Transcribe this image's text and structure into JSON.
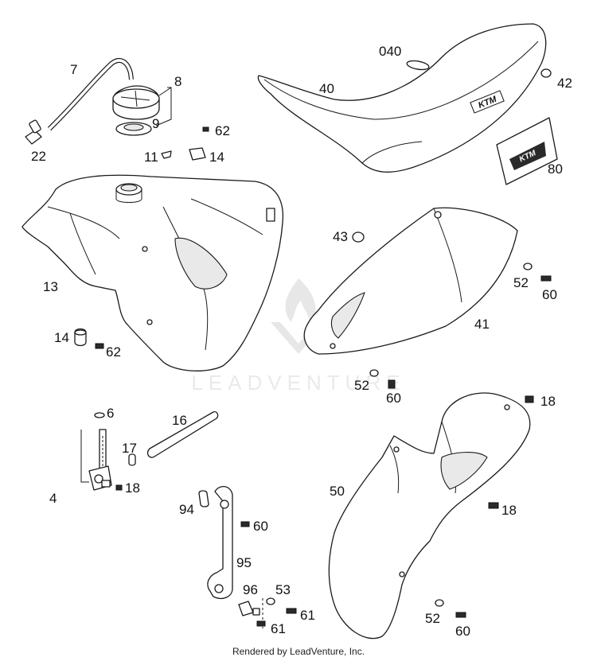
{
  "labels": {
    "l040": "040",
    "l40": "40",
    "l42": "42",
    "l80": "80",
    "l7": "7",
    "l8": "8",
    "l9": "9",
    "l22": "22",
    "l62a": "62",
    "l11": "11",
    "l14a": "14",
    "l13": "13",
    "l14b": "14",
    "l62b": "62",
    "l43": "43",
    "l52a": "52",
    "l60a": "60",
    "l41": "41",
    "l52b": "52",
    "l60b": "60",
    "l18a": "18",
    "l6": "6",
    "l16": "16",
    "l17": "17",
    "l4": "4",
    "l18b": "18",
    "l50": "50",
    "l18c": "18",
    "l94": "94",
    "l60c": "60",
    "l95": "95",
    "l96": "96",
    "l53": "53",
    "l61a": "61",
    "l61b": "61",
    "l52c": "52",
    "l60d": "60"
  },
  "watermark": {
    "text": "LEADVENTURE"
  },
  "footer": {
    "text": "Rendered by LeadVenture, Inc."
  }
}
